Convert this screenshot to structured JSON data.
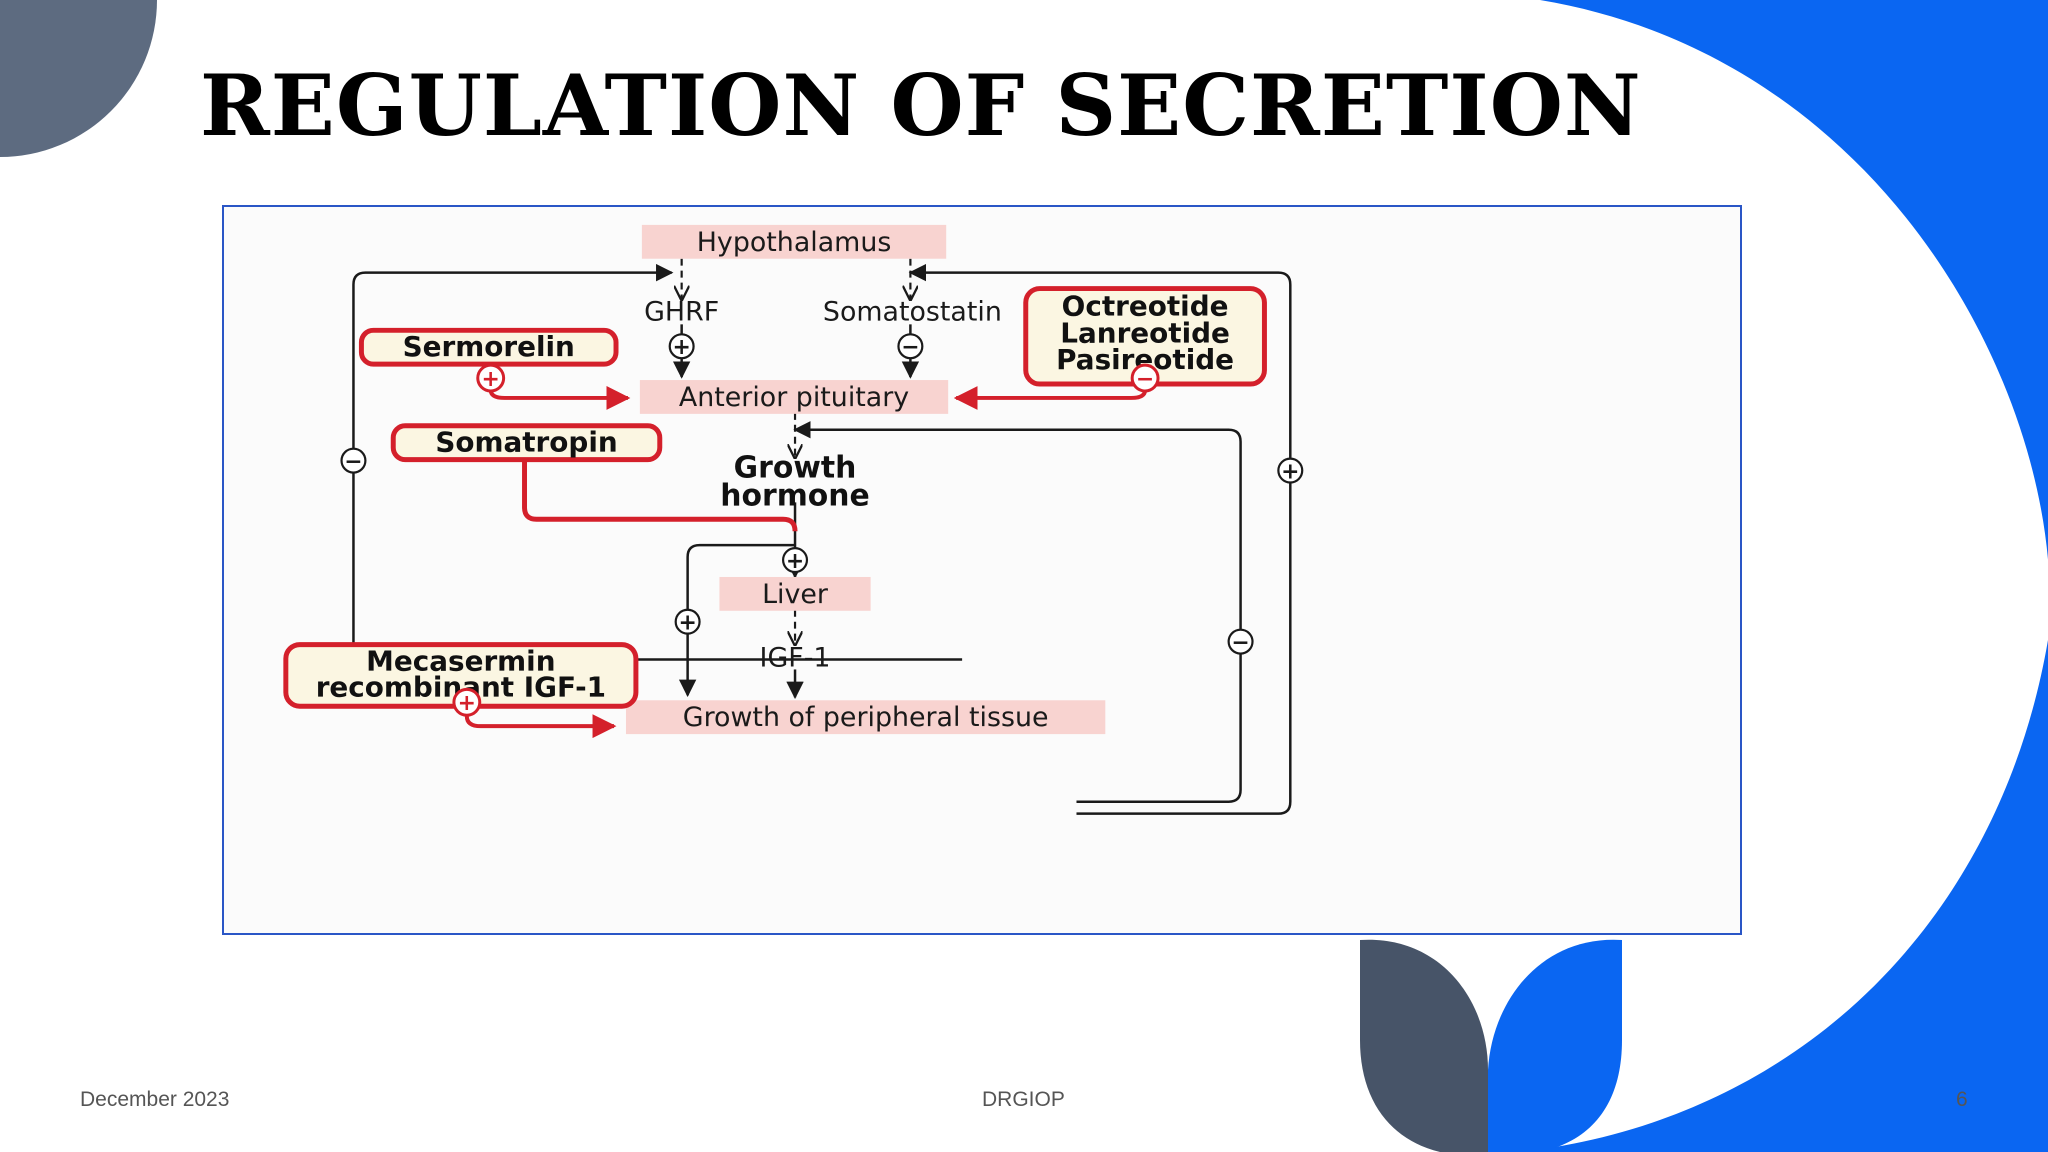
{
  "slide": {
    "title": "Regulation of Secretion",
    "footer_date": "December 2023",
    "footer_center": "DRGIOP",
    "page_number": "6"
  },
  "colors": {
    "accent_blue": "#0a66f2",
    "slate": "#475468",
    "slate_light": "#5d6b80",
    "drug_red": "#d4202b",
    "node_pink": "#f8d3d0",
    "drug_fill": "#fbf6e2"
  },
  "diagram": {
    "nodes": {
      "hypothalamus": "Hypothalamus",
      "ghrf": "GHRF",
      "somatostatin": "Somatostatin",
      "anterior_pituitary": "Anterior pituitary",
      "growth_hormone_line1": "Growth",
      "growth_hormone_line2": "hormone",
      "liver": "Liver",
      "igf1": "IGF-1",
      "peripheral_tissue": "Growth of peripheral tissue"
    },
    "drugs": {
      "sermorelin": "Sermorelin",
      "somatropin": "Somatropin",
      "octreotide": "Octreotide",
      "lanreotide": "Lanreotide",
      "pasireotide": "Pasireotide",
      "mecasermin_line1": "Mecasermin",
      "mecasermin_line2": "recombinant IGF-1"
    },
    "signs": {
      "plus": "+",
      "minus": "−"
    }
  }
}
